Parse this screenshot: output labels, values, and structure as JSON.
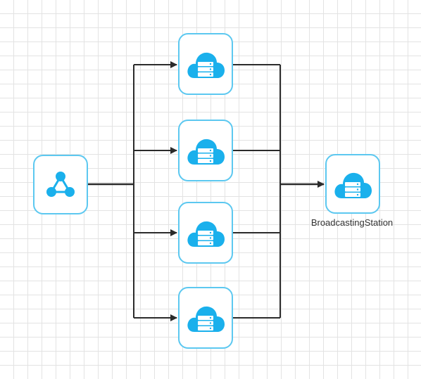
{
  "diagram": {
    "colors": {
      "node_border": "#5cc8f0",
      "icon": "#1ab0ec",
      "connector": "#2b2b2b",
      "grid": "#e3e3e3"
    },
    "nodes": {
      "source": {
        "icon": "share-network-icon",
        "label": ""
      },
      "servers": [
        {
          "icon": "cloud-server-icon",
          "label": ""
        },
        {
          "icon": "cloud-server-icon",
          "label": ""
        },
        {
          "icon": "cloud-server-icon",
          "label": ""
        },
        {
          "icon": "cloud-server-icon",
          "label": ""
        }
      ],
      "target": {
        "icon": "cloud-server-icon",
        "label": "BroadcastingStation"
      }
    },
    "edges": [
      {
        "from": "source",
        "to": "server-1"
      },
      {
        "from": "source",
        "to": "server-2"
      },
      {
        "from": "source",
        "to": "server-3"
      },
      {
        "from": "source",
        "to": "server-4"
      },
      {
        "from": "server-1",
        "to": "target"
      },
      {
        "from": "server-2",
        "to": "target"
      },
      {
        "from": "server-3",
        "to": "target"
      },
      {
        "from": "server-4",
        "to": "target"
      }
    ]
  }
}
